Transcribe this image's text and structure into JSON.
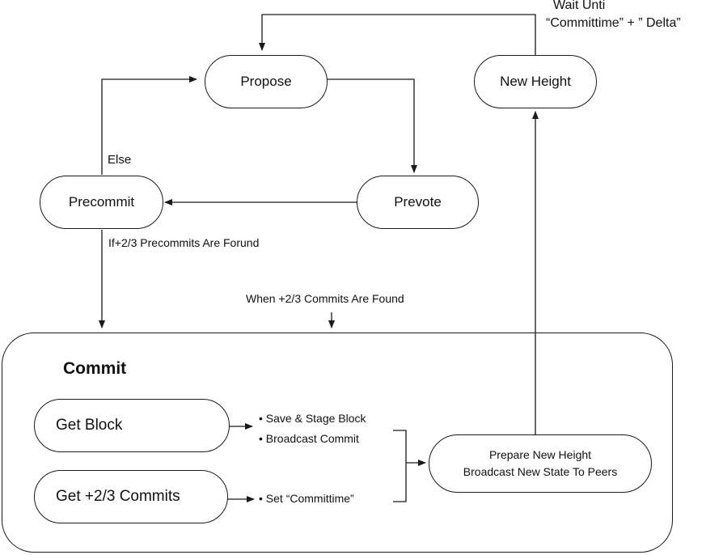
{
  "nodes": {
    "propose": "Propose",
    "new_height": "New Height",
    "precommit": "Precommit",
    "prevote": "Prevote"
  },
  "labels": {
    "wait_line1": "Wait Unti",
    "wait_line2": "“Committime”   + ” Delta”",
    "else": "Else",
    "precommits_found": "If+2/3 Precommits Are Forund",
    "commits_found": "When +2/3 Commits Are Found"
  },
  "commit": {
    "title": "Commit",
    "get_block": "Get Block",
    "get_commits": "Get +2/3 Commits",
    "save_stage": "• Save & Stage Block",
    "broadcast_commit": "• Broadcast Commit",
    "set_committime": "• Set  “Committime”",
    "prepare_line1": "Prepare New Height",
    "prepare_line2": "Broadcast New State To Peers"
  }
}
